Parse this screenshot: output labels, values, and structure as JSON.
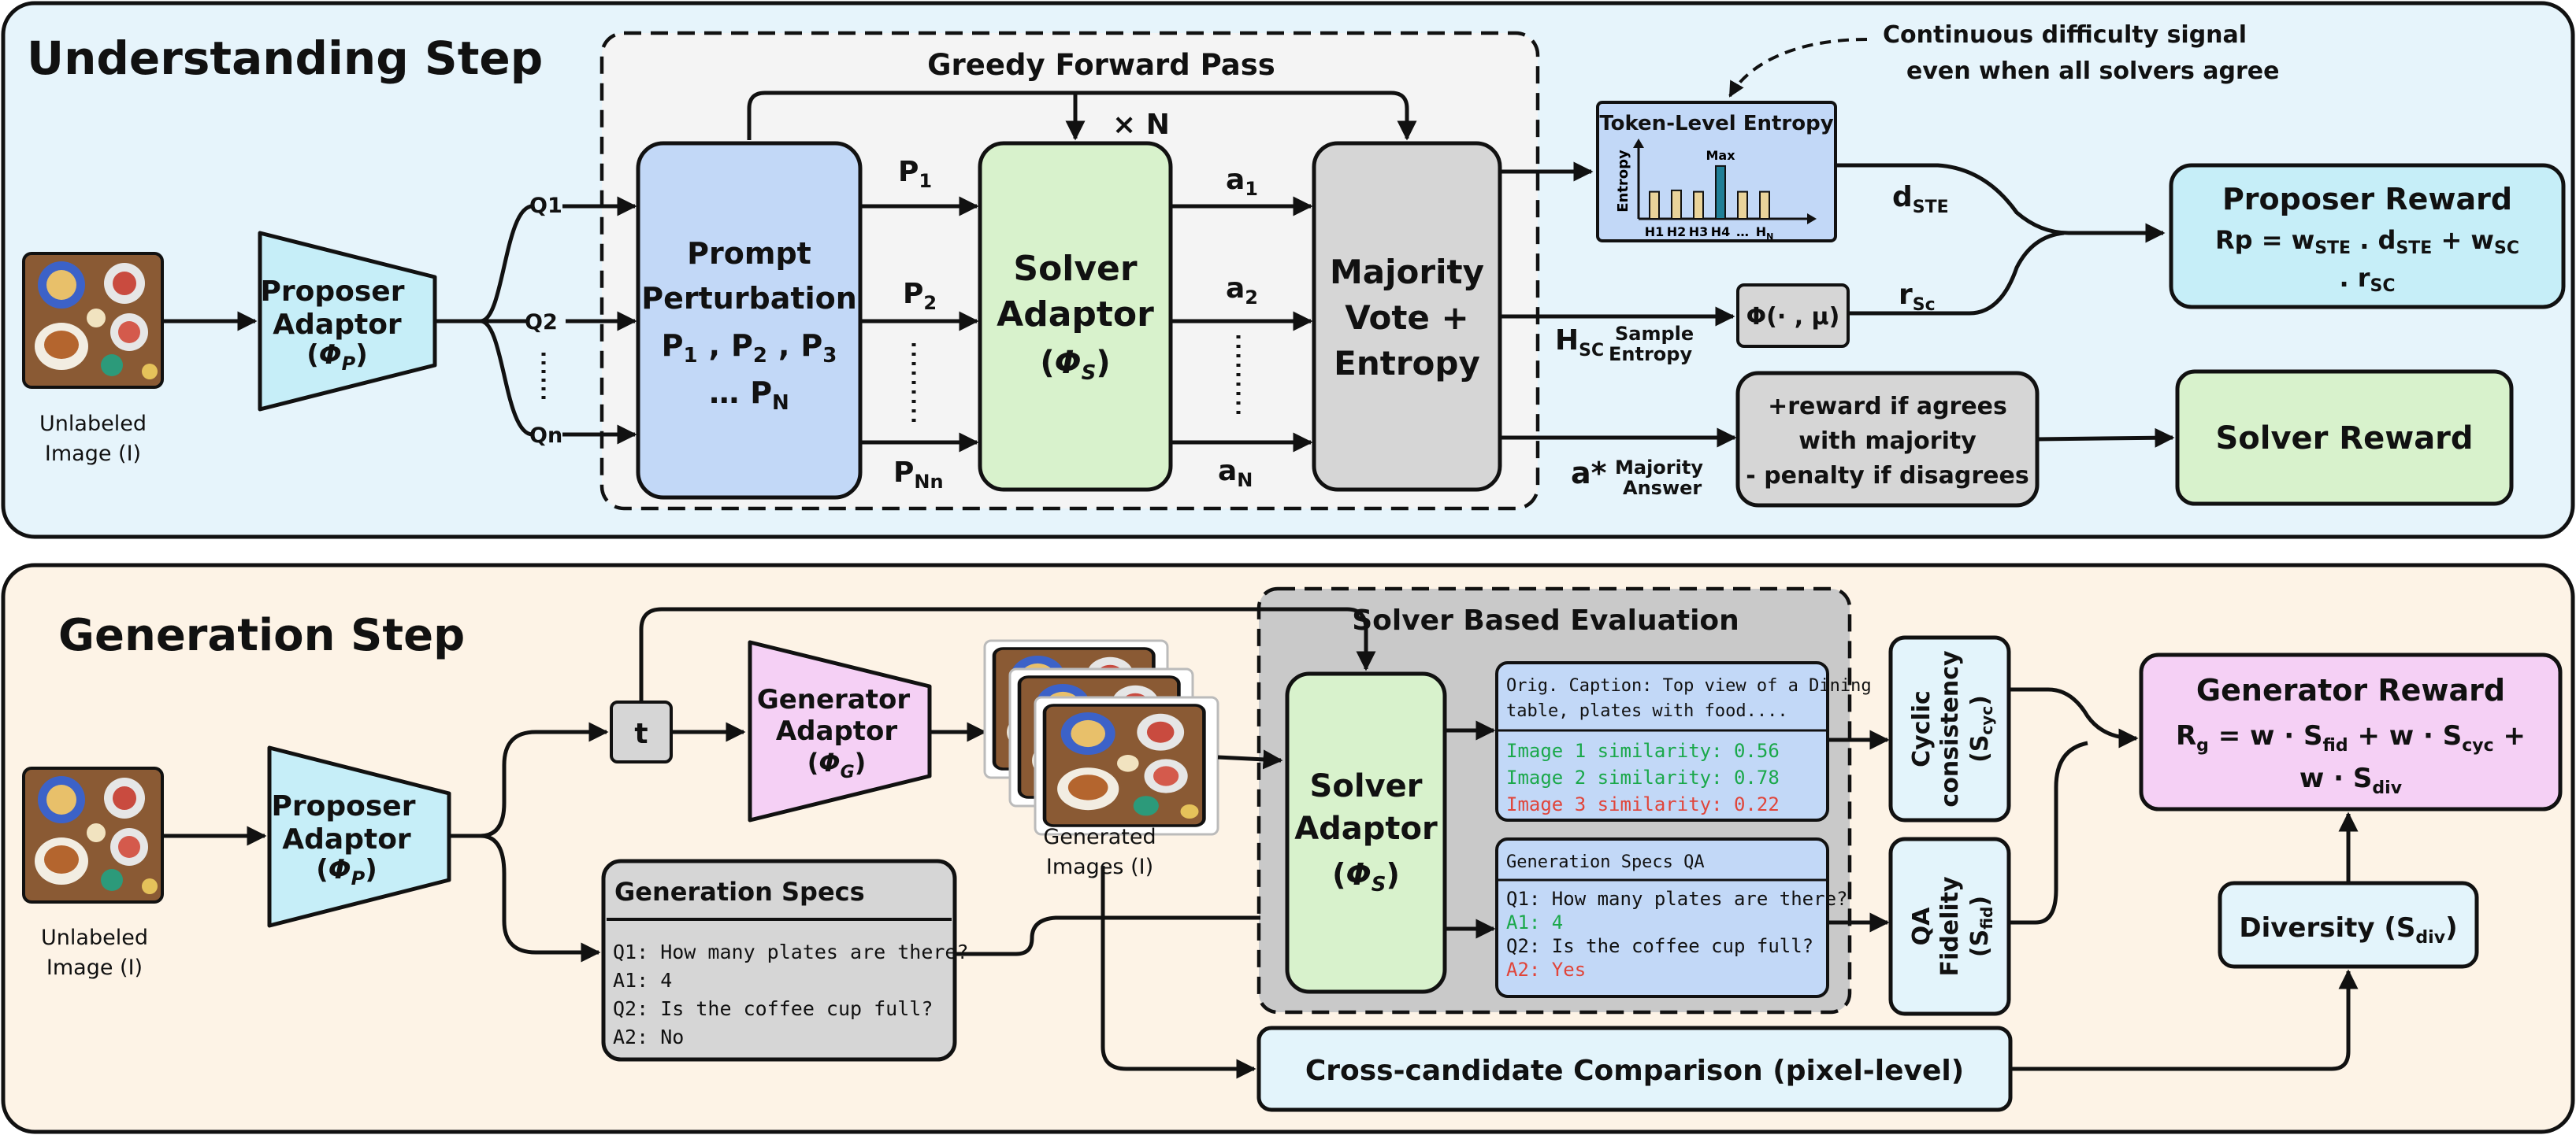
{
  "understanding": {
    "title": "Understanding Step",
    "image_label": [
      "Unlabeled",
      "Image (I)"
    ],
    "proposer": [
      "Proposer",
      "Adaptor"
    ],
    "phi_sym": "Φ",
    "phi_p": "P",
    "q1": "Q1",
    "q2": "Q2",
    "qn": "Qn",
    "greedy_title": "Greedy Forward Pass",
    "times_n": "× N",
    "perturb": [
      "Prompt",
      "Perturbation"
    ],
    "perturb_p1": "P",
    "perturb_s1": "1",
    "perturb_p2": "P",
    "perturb_s2": "2",
    "perturb_p3": "P",
    "perturb_s3": "3",
    "comma": ",",
    "perturb_dots": "…",
    "perturb_pn": "P",
    "perturb_sn": "N",
    "p1": "P",
    "p1_sub": "1",
    "p2": "P",
    "p2_sub": "2",
    "pnn": "P",
    "pnn_sub": "Nn",
    "solver": [
      "Solver",
      "Adaptor"
    ],
    "phi_s": "S",
    "a1": "a",
    "a1_sub": "1",
    "a2": "a",
    "a2_sub": "2",
    "an": "a",
    "an_sub": "N",
    "majority": [
      "Majority",
      "Vote +",
      "Entropy"
    ],
    "token_title": "Token-Level Entropy",
    "token_yaxis": "Entropy",
    "token_max": "Max",
    "token_ticks": [
      "H1",
      "H2",
      "H3",
      "H4",
      "…",
      "H"
    ],
    "token_tick_sub": "N",
    "token_bars": [
      0.4,
      0.42,
      0.4,
      0.78,
      0.4,
      0.4
    ],
    "note": [
      "Continuous difficulty signal",
      "even when all solvers agree"
    ],
    "dste": "d",
    "dste_sub": "STE",
    "hsc": "H",
    "hsc_sub": "SC",
    "sample_entropy": [
      "Sample",
      "Entropy"
    ],
    "phi_fn": "Φ(· , μ)",
    "rsc": "r",
    "rsc_sub": "Sc",
    "astar": "a*",
    "majority_answer": [
      "Majority",
      "Answer"
    ],
    "feedback": [
      "+reward if agrees",
      "with majority",
      "- penalty if disagrees"
    ],
    "proposer_reward_title": "Proposer Reward",
    "rp_1": "Rp = w",
    "rp_1_sub": "STE",
    "rp_2": " . d",
    "rp_2_sub": "STE",
    "rp_3": " + w",
    "rp_3_sub": "SC",
    "rp_4": ". r",
    "rp_4_sub": "SC",
    "solver_reward": "Solver Reward"
  },
  "generation": {
    "title": "Generation Step",
    "image_label": [
      "Unlabeled",
      "Image (I)"
    ],
    "proposer": [
      "Proposer",
      "Adaptor"
    ],
    "phi_p": "P",
    "t": "t",
    "generator": [
      "Generator",
      "Adaptor"
    ],
    "phi_g": "G",
    "generated_label": [
      "Generated",
      "Images (I)"
    ],
    "spec_title": "Generation Specs",
    "spec_lines": [
      "Q1: How many plates are there?",
      "A1: 4",
      "Q2: Is the coffee cup full?",
      "A2: No"
    ],
    "solver_eval_title": "Solver Based Evaluation",
    "solver": [
      "Solver",
      "Adaptor"
    ],
    "phi_s": "S",
    "caption": [
      "Orig. Caption: Top view of a Dining",
      "table, plates with food...."
    ],
    "similarities": [
      "Image 1 similarity: 0.56",
      "Image 2 similarity: 0.78",
      "Image 3 similarity: 0.22"
    ],
    "qa_title": "Generation Specs QA",
    "qa_lines": [
      "Q1: How many plates are there?",
      "A1: 4",
      "Q2: Is the coffee cup full?",
      "A2: Yes"
    ],
    "cyclic": [
      "Cyclic",
      "consistency"
    ],
    "cyc_paren": "(S",
    "cyc_sub": "cyc",
    "cyc_close": ")",
    "qa_fid": [
      "QA",
      "Fidelity"
    ],
    "fid_paren": "(S",
    "fid_sub": "fid",
    "fid_close": ")",
    "reward_title": "Generator Reward",
    "rg_1": "R",
    "rg_1_sub": "g",
    "rg_2": " = w · S",
    "rg_2_sub": "fid",
    "rg_3": " + w · S",
    "rg_3_sub": "cyc",
    "rg_4": " +",
    "rg_5": "w · S",
    "rg_5_sub": "div",
    "diversity": "Diversity (S",
    "div_sub": "div",
    "div_close": ")",
    "cross": "Cross-candidate Comparison (pixel-level)"
  },
  "colors": {
    "panel_top": "#e6f4fb",
    "panel_bottom": "#fdf3e6",
    "blue_box": "#c2d8f7",
    "green_box": "#d8f2cc",
    "gray_box": "#d6d6d6",
    "cyan_box": "#c6eef8",
    "pink_box": "#f5d0f5",
    "light_cyan": "#e3f4fb",
    "similarity_green": "#1aa84a",
    "similarity_red": "#e0453a",
    "bar_tan": "#e9d39a",
    "bar_teal": "#1f7f97"
  }
}
